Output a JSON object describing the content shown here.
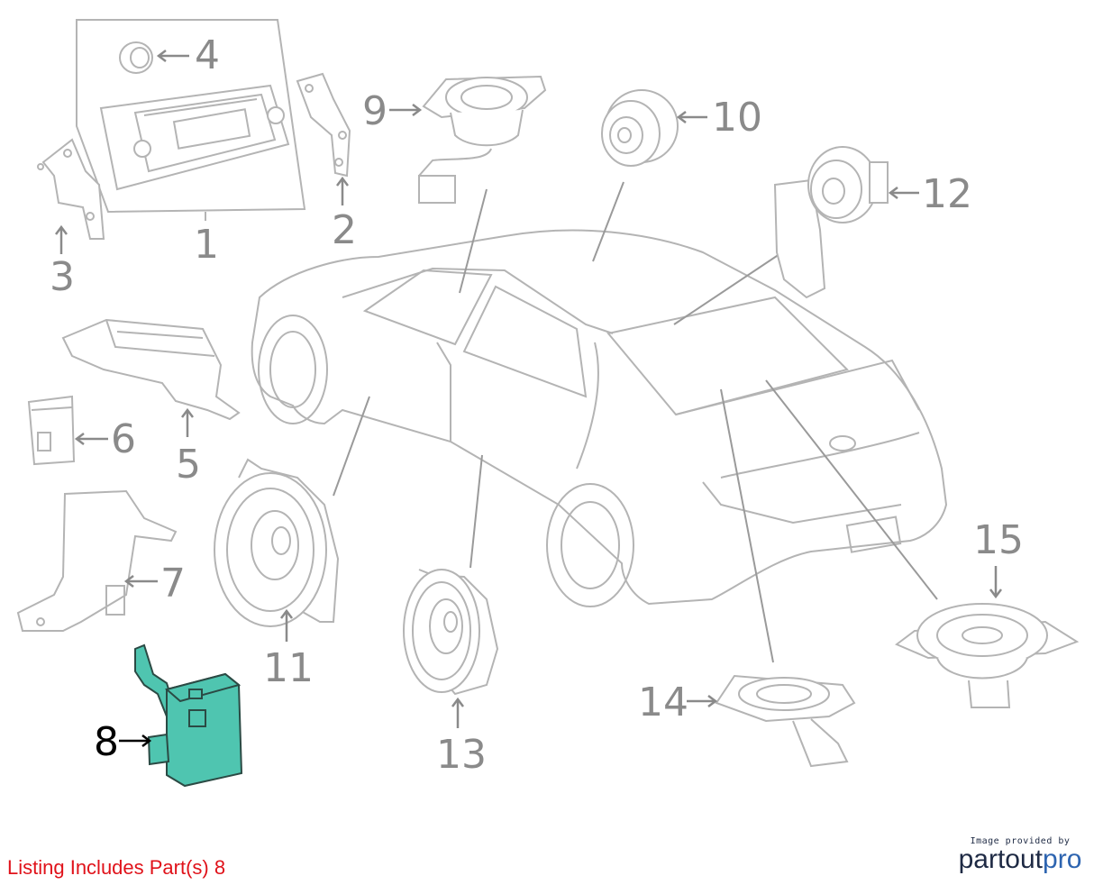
{
  "callouts": [
    {
      "label": "1"
    },
    {
      "label": "2"
    },
    {
      "label": "3"
    },
    {
      "label": "4"
    },
    {
      "label": "5"
    },
    {
      "label": "6"
    },
    {
      "label": "7"
    },
    {
      "label": "8"
    },
    {
      "label": "9"
    },
    {
      "label": "10"
    },
    {
      "label": "11"
    },
    {
      "label": "12"
    },
    {
      "label": "13"
    },
    {
      "label": "14"
    },
    {
      "label": "15"
    }
  ],
  "highlighted_part": "8",
  "colors": {
    "highlight": "#4fc5b0",
    "line": "#b4b4b4",
    "number": "#8a8a8a",
    "listing_text": "#e0121a"
  },
  "listing_text": "Listing Includes Part(s) 8",
  "credit": {
    "caption": "Image provided by",
    "brand_main": "partout",
    "brand_accent": "pro"
  }
}
